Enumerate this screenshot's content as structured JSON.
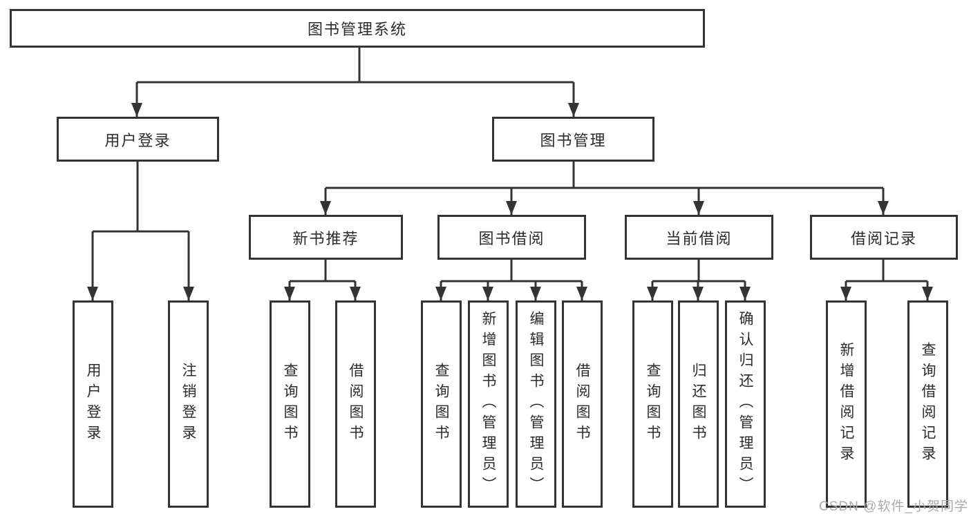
{
  "tree": {
    "root": "图书管理系统",
    "children": [
      {
        "label": "用户登录",
        "children": [
          {
            "label": "用户登录"
          },
          {
            "label": "注销登录"
          }
        ]
      },
      {
        "label": "图书管理",
        "children": [
          {
            "label": "新书推荐",
            "children": [
              {
                "label": "查询图书"
              },
              {
                "label": "借阅图书"
              }
            ]
          },
          {
            "label": "图书借阅",
            "children": [
              {
                "label": "查询图书"
              },
              {
                "label": "新增图书（管理员）"
              },
              {
                "label": "编辑图书（管理员）"
              },
              {
                "label": "借阅图书"
              }
            ]
          },
          {
            "label": "当前借阅",
            "children": [
              {
                "label": "查询图书"
              },
              {
                "label": "归还图书"
              },
              {
                "label": "确认归还（管理员）"
              }
            ]
          },
          {
            "label": "借阅记录",
            "children": [
              {
                "label": "新增借阅记录"
              },
              {
                "label": "查询借阅记录"
              }
            ]
          }
        ]
      }
    ]
  },
  "watermark": {
    "text": "CSDN @软件_小贺同学"
  },
  "colors": {
    "line": "#333333",
    "box_fill": "#ffffff",
    "text": "#2b2b2b",
    "watermark": "#aaaaaa"
  }
}
